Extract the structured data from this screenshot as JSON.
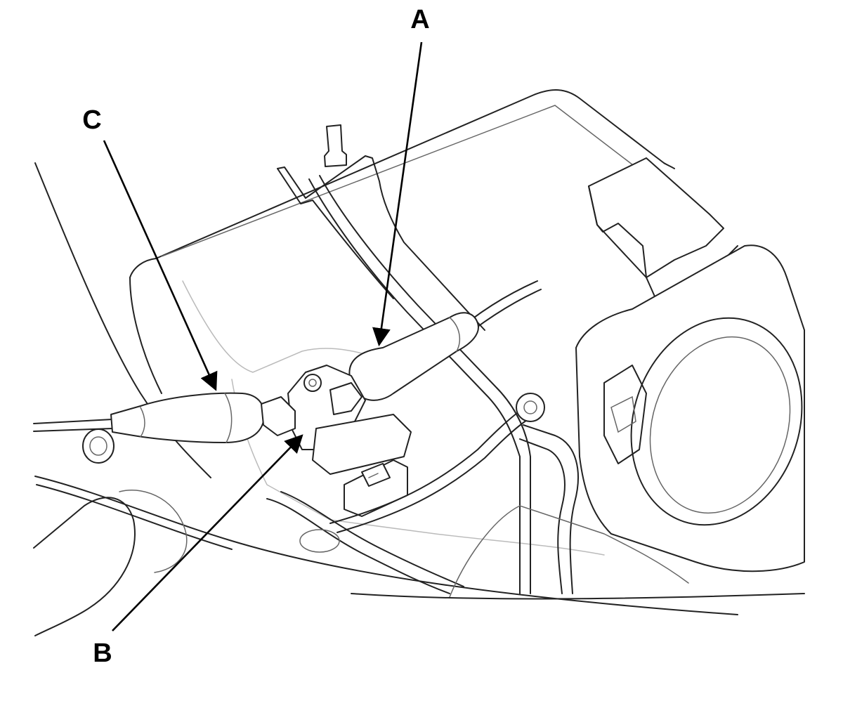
{
  "callouts": {
    "a": {
      "label": "A"
    },
    "b": {
      "label": "B"
    },
    "c": {
      "label": "C"
    }
  },
  "colors": {
    "line": "#222222",
    "background": "#ffffff",
    "label": "#000000"
  }
}
